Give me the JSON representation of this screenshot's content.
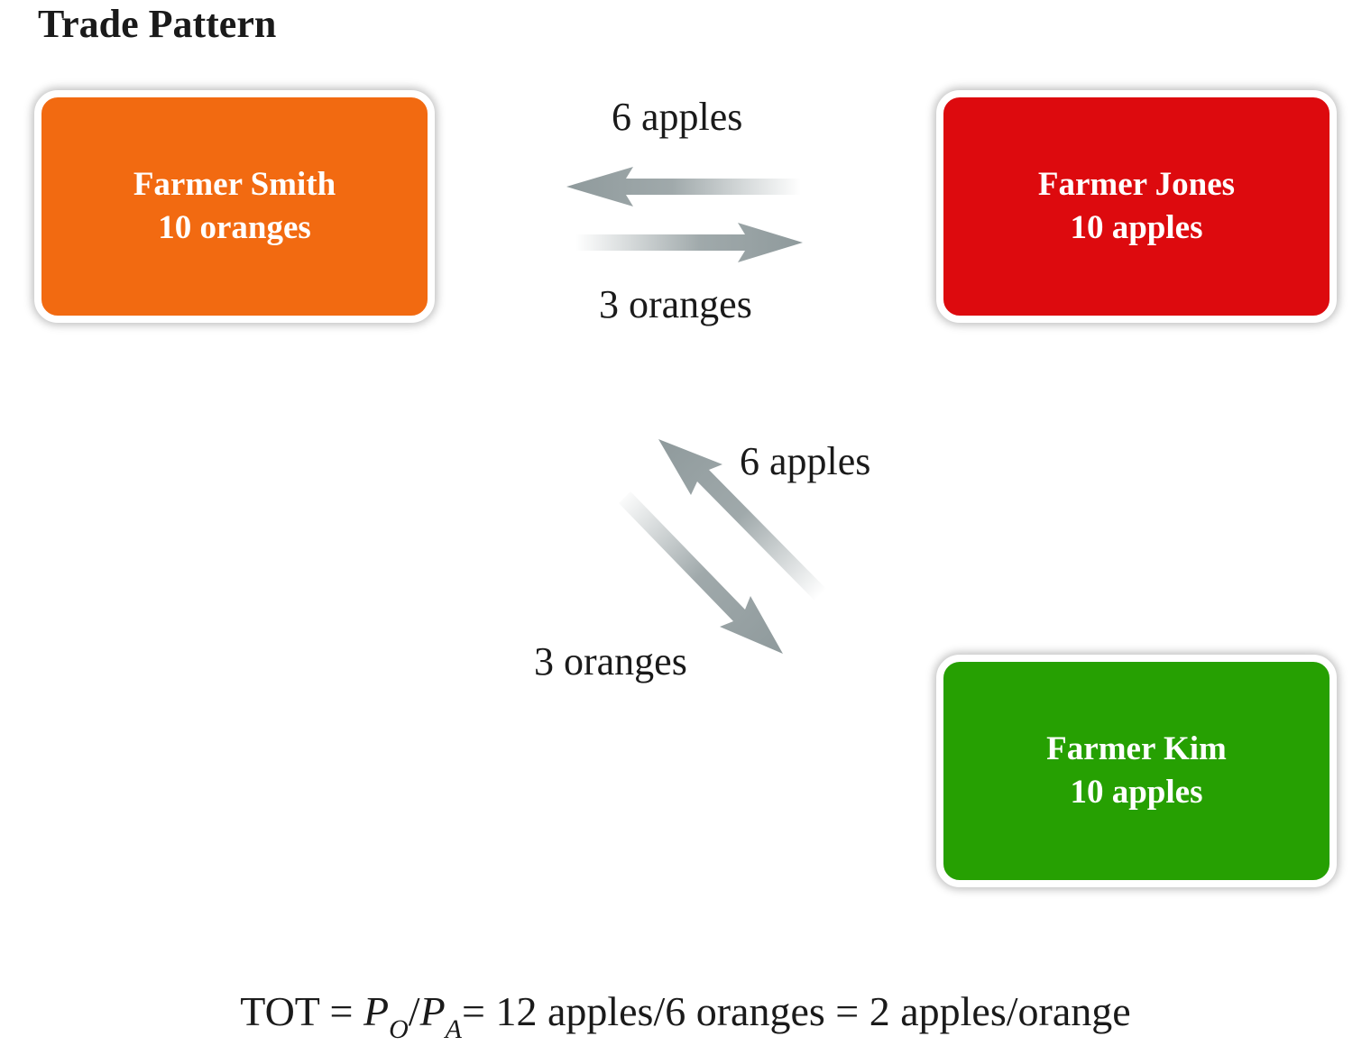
{
  "title": "Trade Pattern",
  "farmers": {
    "smith": {
      "name": "Farmer Smith",
      "endowment": "10 oranges",
      "color": "#f26a11"
    },
    "jones": {
      "name": "Farmer Jones",
      "endowment": "10 apples",
      "color": "#dd0a0e"
    },
    "kim": {
      "name": "Farmer Kim",
      "endowment": "10 apples",
      "color": "#26a002"
    }
  },
  "flows": {
    "smith_jones": {
      "to_smith": "6 apples",
      "to_jones": "3 oranges"
    },
    "smith_kim": {
      "to_smith": "6 apples",
      "to_kim": "3 oranges"
    }
  },
  "arrow_color": "#8f9a9c",
  "formula": {
    "lhs": "TOT = ",
    "p1": "P",
    "p1_sub": "O",
    "slash": "/",
    "p2": "P",
    "p2_sub": "A",
    "rhs": "= 12 apples/6 oranges = 2 apples/orange"
  }
}
